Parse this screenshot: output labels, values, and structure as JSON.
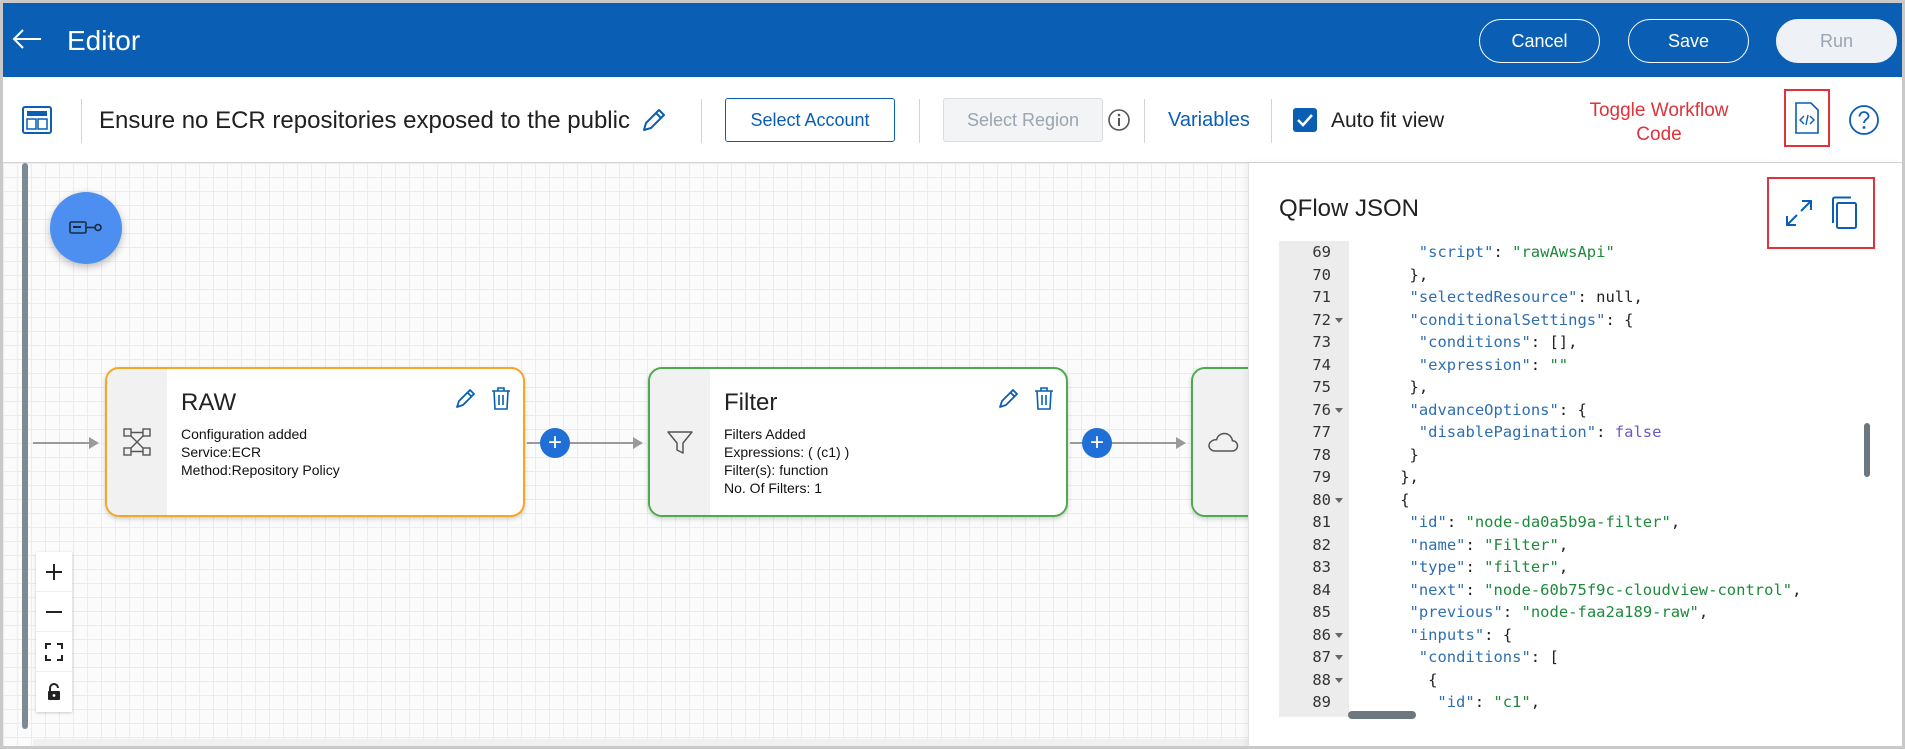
{
  "header": {
    "title": "Editor",
    "cancel_label": "Cancel",
    "save_label": "Save",
    "run_label": "Run"
  },
  "toolbar": {
    "workflow_name": "Ensure no ECR repositories exposed to the public",
    "select_account_label": "Select Account",
    "select_region_label": "Select Region",
    "variables_label": "Variables",
    "auto_fit_label": "Auto fit view",
    "auto_fit_checked": true,
    "toggle_code_label": "Toggle Workflow Code"
  },
  "nodes": [
    {
      "title": "RAW",
      "details": [
        "Configuration added",
        "Service:ECR",
        "Method:Repository Policy"
      ]
    },
    {
      "title": "Filter",
      "details": [
        "Filters Added",
        "Expressions: ( (c1) )",
        "Filter(s): function",
        "No. Of Filters: 1"
      ]
    }
  ],
  "json_panel": {
    "title": "QFlow JSON",
    "lines": [
      {
        "n": "69",
        "fold": false,
        "indent": 6,
        "parts": [
          [
            "k",
            "\"script\""
          ],
          [
            "p",
            ": "
          ],
          [
            "s",
            "\"rawAwsApi\""
          ]
        ]
      },
      {
        "n": "70",
        "fold": false,
        "indent": 5,
        "parts": [
          [
            "p",
            "},"
          ]
        ]
      },
      {
        "n": "71",
        "fold": false,
        "indent": 5,
        "parts": [
          [
            "k",
            "\"selectedResource\""
          ],
          [
            "p",
            ": null,"
          ]
        ]
      },
      {
        "n": "72",
        "fold": true,
        "indent": 5,
        "parts": [
          [
            "k",
            "\"conditionalSettings\""
          ],
          [
            "p",
            ": {"
          ]
        ]
      },
      {
        "n": "73",
        "fold": false,
        "indent": 6,
        "parts": [
          [
            "k",
            "\"conditions\""
          ],
          [
            "p",
            ": [],"
          ]
        ]
      },
      {
        "n": "74",
        "fold": false,
        "indent": 6,
        "parts": [
          [
            "k",
            "\"expression\""
          ],
          [
            "p",
            ": "
          ],
          [
            "s",
            "\"\""
          ]
        ]
      },
      {
        "n": "75",
        "fold": false,
        "indent": 5,
        "parts": [
          [
            "p",
            "},"
          ]
        ]
      },
      {
        "n": "76",
        "fold": true,
        "indent": 5,
        "parts": [
          [
            "k",
            "\"advanceOptions\""
          ],
          [
            "p",
            ": {"
          ]
        ]
      },
      {
        "n": "77",
        "fold": false,
        "indent": 6,
        "parts": [
          [
            "k",
            "\"disablePagination\""
          ],
          [
            "p",
            ": "
          ],
          [
            "b",
            "false"
          ]
        ]
      },
      {
        "n": "78",
        "fold": false,
        "indent": 5,
        "parts": [
          [
            "p",
            "}"
          ]
        ]
      },
      {
        "n": "79",
        "fold": false,
        "indent": 4,
        "parts": [
          [
            "p",
            "},"
          ]
        ]
      },
      {
        "n": "80",
        "fold": true,
        "indent": 4,
        "parts": [
          [
            "p",
            "{"
          ]
        ]
      },
      {
        "n": "81",
        "fold": false,
        "indent": 5,
        "parts": [
          [
            "k",
            "\"id\""
          ],
          [
            "p",
            ": "
          ],
          [
            "s",
            "\"node-da0a5b9a-filter\""
          ],
          [
            "p",
            ","
          ]
        ]
      },
      {
        "n": "82",
        "fold": false,
        "indent": 5,
        "parts": [
          [
            "k",
            "\"name\""
          ],
          [
            "p",
            ": "
          ],
          [
            "s",
            "\"Filter\""
          ],
          [
            "p",
            ","
          ]
        ]
      },
      {
        "n": "83",
        "fold": false,
        "indent": 5,
        "parts": [
          [
            "k",
            "\"type\""
          ],
          [
            "p",
            ": "
          ],
          [
            "s",
            "\"filter\""
          ],
          [
            "p",
            ","
          ]
        ]
      },
      {
        "n": "84",
        "fold": false,
        "indent": 5,
        "parts": [
          [
            "k",
            "\"next\""
          ],
          [
            "p",
            ": "
          ],
          [
            "s",
            "\"node-60b75f9c-cloudview-control\""
          ],
          [
            "p",
            ","
          ]
        ]
      },
      {
        "n": "85",
        "fold": false,
        "indent": 5,
        "parts": [
          [
            "k",
            "\"previous\""
          ],
          [
            "p",
            ": "
          ],
          [
            "s",
            "\"node-faa2a189-raw\""
          ],
          [
            "p",
            ","
          ]
        ]
      },
      {
        "n": "86",
        "fold": true,
        "indent": 5,
        "parts": [
          [
            "k",
            "\"inputs\""
          ],
          [
            "p",
            ": {"
          ]
        ]
      },
      {
        "n": "87",
        "fold": true,
        "indent": 6,
        "parts": [
          [
            "k",
            "\"conditions\""
          ],
          [
            "p",
            ": ["
          ]
        ]
      },
      {
        "n": "88",
        "fold": true,
        "indent": 7,
        "parts": [
          [
            "p",
            "{"
          ]
        ]
      },
      {
        "n": "89",
        "fold": false,
        "indent": 8,
        "parts": [
          [
            "k",
            "\"id\""
          ],
          [
            "p",
            ": "
          ],
          [
            "s",
            "\"c1\""
          ],
          [
            "p",
            ","
          ]
        ]
      }
    ]
  }
}
